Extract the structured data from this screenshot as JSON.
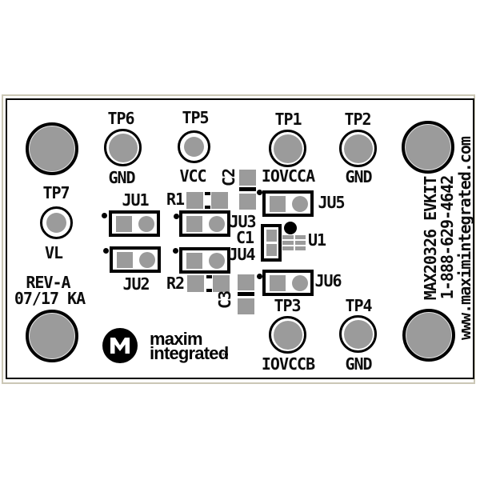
{
  "colors": {
    "pad_gray": "#9b9b9b",
    "silk_black": "#0d0d0d",
    "board_edge": "#cbc7b6"
  },
  "testpoints": [
    {
      "ref": "TP6",
      "net": "GND"
    },
    {
      "ref": "TP5",
      "net": "VCC"
    },
    {
      "ref": "TP1",
      "net": "IOVCCA"
    },
    {
      "ref": "TP2",
      "net": "GND"
    },
    {
      "ref": "TP3",
      "net": "IOVCCB"
    },
    {
      "ref": "TP4",
      "net": "GND"
    },
    {
      "ref": "TP7",
      "net": "VL"
    }
  ],
  "jumpers": [
    {
      "ref": "JU1"
    },
    {
      "ref": "JU2"
    },
    {
      "ref": "JU3"
    },
    {
      "ref": "JU4"
    },
    {
      "ref": "JU5"
    },
    {
      "ref": "JU6"
    }
  ],
  "components": [
    {
      "ref": "R1"
    },
    {
      "ref": "R2"
    },
    {
      "ref": "C1"
    },
    {
      "ref": "C2"
    },
    {
      "ref": "C3"
    },
    {
      "ref": "U1"
    }
  ],
  "title_block": {
    "revision": "REV-A",
    "date_code": "07/17 KA"
  },
  "logo": {
    "word1": "maxim",
    "word2": "integrated",
    "trademark": "™"
  },
  "side_text": {
    "kit_name": "MAX20326 EVKIT",
    "phone": "1-888-629-4642",
    "website": "www.maximintegrated.com"
  }
}
